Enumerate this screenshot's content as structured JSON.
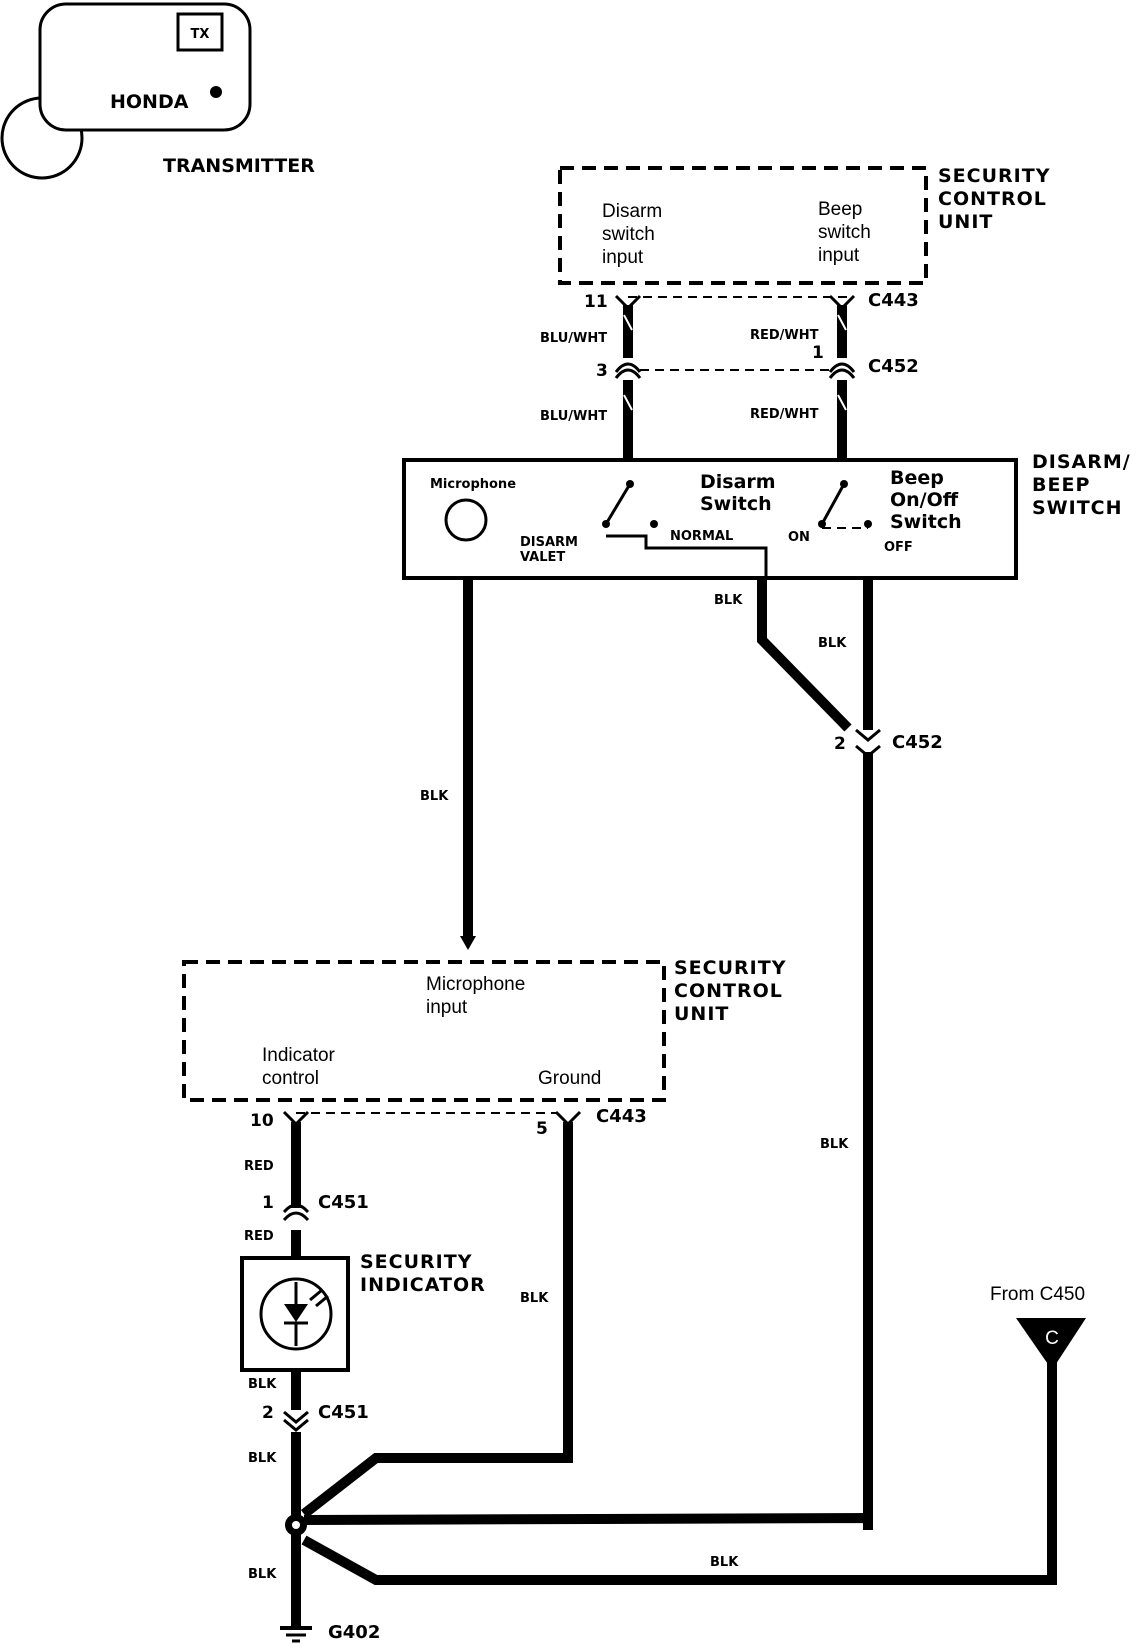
{
  "transmitter": {
    "tx": "TX",
    "brand": "HONDA",
    "label": "TRANSMITTER"
  },
  "scu_top": {
    "title": [
      "SECURITY",
      "CONTROL",
      "UNIT"
    ],
    "disarm_input": [
      "Disarm",
      "switch",
      "input"
    ],
    "beep_input": [
      "Beep",
      "switch",
      "input"
    ],
    "pin_left": "11",
    "connector": "C443"
  },
  "wires_top": {
    "left_upper": "BLU/WHT",
    "right_upper": "RED/WHT",
    "left_lower": "BLU/WHT",
    "right_lower": "RED/WHT",
    "pin_left": "3",
    "pin_right": "1",
    "connector": "C452"
  },
  "switch_box": {
    "title": [
      "DISARM/",
      "BEEP",
      "SWITCH"
    ],
    "microphone": "Microphone",
    "disarm_switch": [
      "Disarm",
      "Switch"
    ],
    "beep_switch": [
      "Beep",
      "On/Off",
      "Switch"
    ],
    "disarm_valet": [
      "DISARM",
      "VALET"
    ],
    "normal": "NORMAL",
    "on": "ON",
    "off": "OFF"
  },
  "mid_wires": {
    "blk_a": "BLK",
    "blk_b": "BLK",
    "blk_mic": "BLK",
    "pin": "2",
    "connector": "C452",
    "blk_right": "BLK"
  },
  "scu_bottom": {
    "title": [
      "SECURITY",
      "CONTROL",
      "UNIT"
    ],
    "mic_input": [
      "Microphone",
      "input"
    ],
    "indicator_control": [
      "Indicator",
      "control"
    ],
    "ground": "Ground",
    "pin_left": "10",
    "pin_right": "5",
    "connector": "C443"
  },
  "indicator": {
    "red1": "RED",
    "pin1": "1",
    "conn1": "C451",
    "red2": "RED",
    "title": [
      "SECURITY",
      "INDICATOR"
    ],
    "blk1": "BLK",
    "pin2": "2",
    "conn2": "C451",
    "blk2": "BLK",
    "blk_ground_wire": "BLK",
    "blk3": "BLK",
    "ground": "G402"
  },
  "from_c450": {
    "label": "From C450",
    "letter": "C",
    "blk": "BLK"
  }
}
